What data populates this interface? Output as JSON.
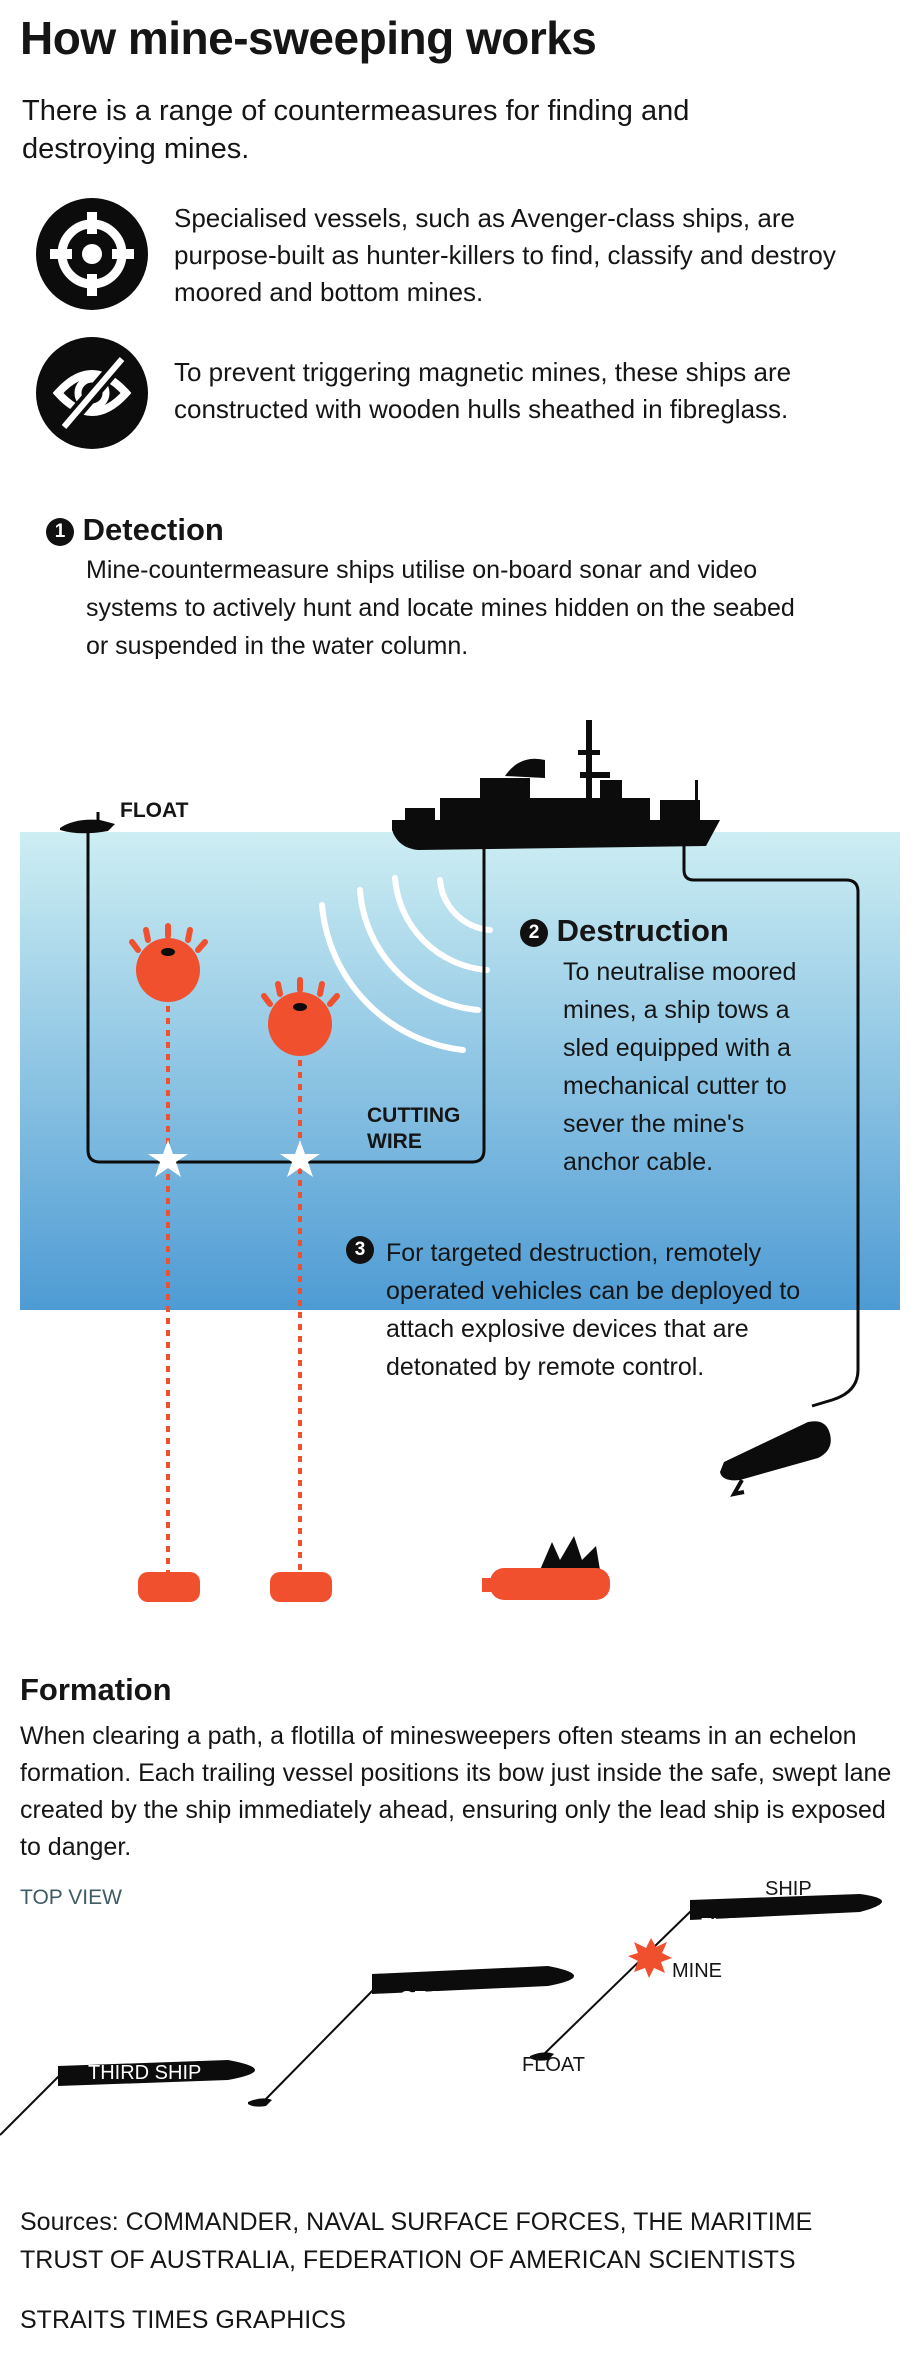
{
  "title": "How mine-sweeping works",
  "intro": "There is a range of countermeasures for finding and destroying mines.",
  "features": [
    {
      "icon": "crosshair-icon",
      "text": "Specialised vessels, such as Avenger-class ships, are purpose-built as hunter-killers to find, classify and destroy moored and bottom mines."
    },
    {
      "icon": "no-magnet-icon",
      "text": "To prevent triggering magnetic mines, these ships are constructed with wooden hulls sheathed in fibreglass."
    }
  ],
  "steps": {
    "detection": {
      "number": "1",
      "heading": "Detection",
      "text": "Mine-countermeasure ships utilise on-board sonar and video systems to actively hunt and locate mines hidden on the seabed or suspended in the water column."
    },
    "destruction": {
      "number": "2",
      "heading": "Destruction",
      "text": "To neutralise moored mines, a ship tows a sled equipped with a mechanical cutter to sever the mine's anchor cable."
    },
    "targeted": {
      "number": "3",
      "text": "For targeted destruction, remotely operated vehicles can be deployed to attach explosive devices that are detonated by remote control."
    }
  },
  "diagram_labels": {
    "float": "FLOAT",
    "cutting_wire": "CUTTING WIRE"
  },
  "formation": {
    "heading": "Formation",
    "text": "When clearing a path, a flotilla of minesweepers often steams in an echelon formation. Each trailing vessel positions its bow just inside the safe, swept lane created by the ship immediately ahead, ensuring only the lead ship is exposed to danger.",
    "view_label": "TOP VIEW",
    "labels": {
      "ship": "SHIP",
      "flotilla_leader": "FLOTILLA LEADER",
      "mine": "MINE",
      "second_ship": "SECOND SHIP",
      "float": "FLOAT",
      "third_ship": "THIRD SHIP"
    }
  },
  "sources": "Sources: COMMANDER, NAVAL SURFACE FORCES, THE MARITIME TRUST OF AUSTRALIA, FEDERATION OF AMERICAN SCIENTISTS",
  "credit": "STRAITS TIMES GRAPHICS",
  "colors": {
    "mine": "#f1502f",
    "water_top": "#cdeef3",
    "water_bottom": "#4e9bd4",
    "ink": "#0c0c0c"
  }
}
